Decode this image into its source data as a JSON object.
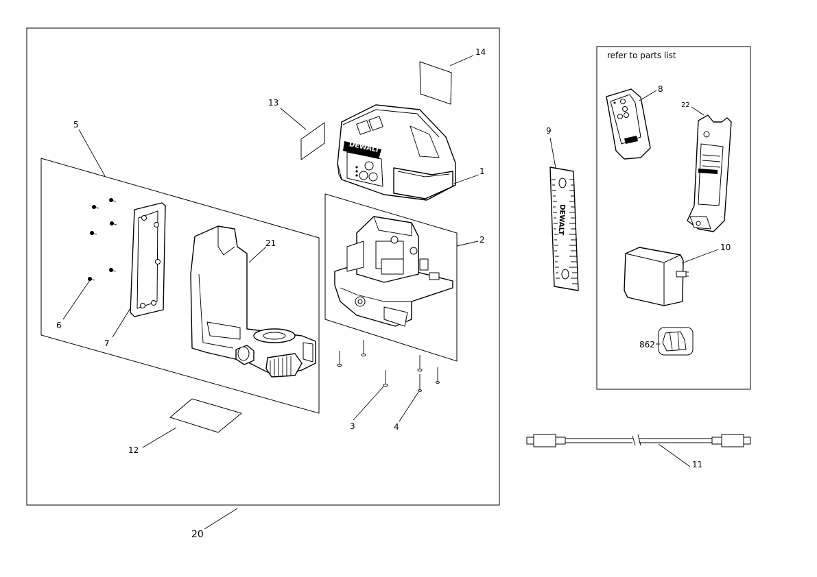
{
  "callouts": {
    "c1": "1",
    "c2": "2",
    "c3": "3",
    "c4": "4",
    "c5": "5",
    "c6": "6",
    "c7": "7",
    "c8": "8",
    "c9": "9",
    "c10": "10",
    "c11": "11",
    "c12": "12",
    "c13": "13",
    "c14": "14",
    "c20": "20",
    "c21": "21",
    "c22": "22",
    "c862": "862"
  },
  "note": "refer to parts list",
  "brand": "DEWALT"
}
